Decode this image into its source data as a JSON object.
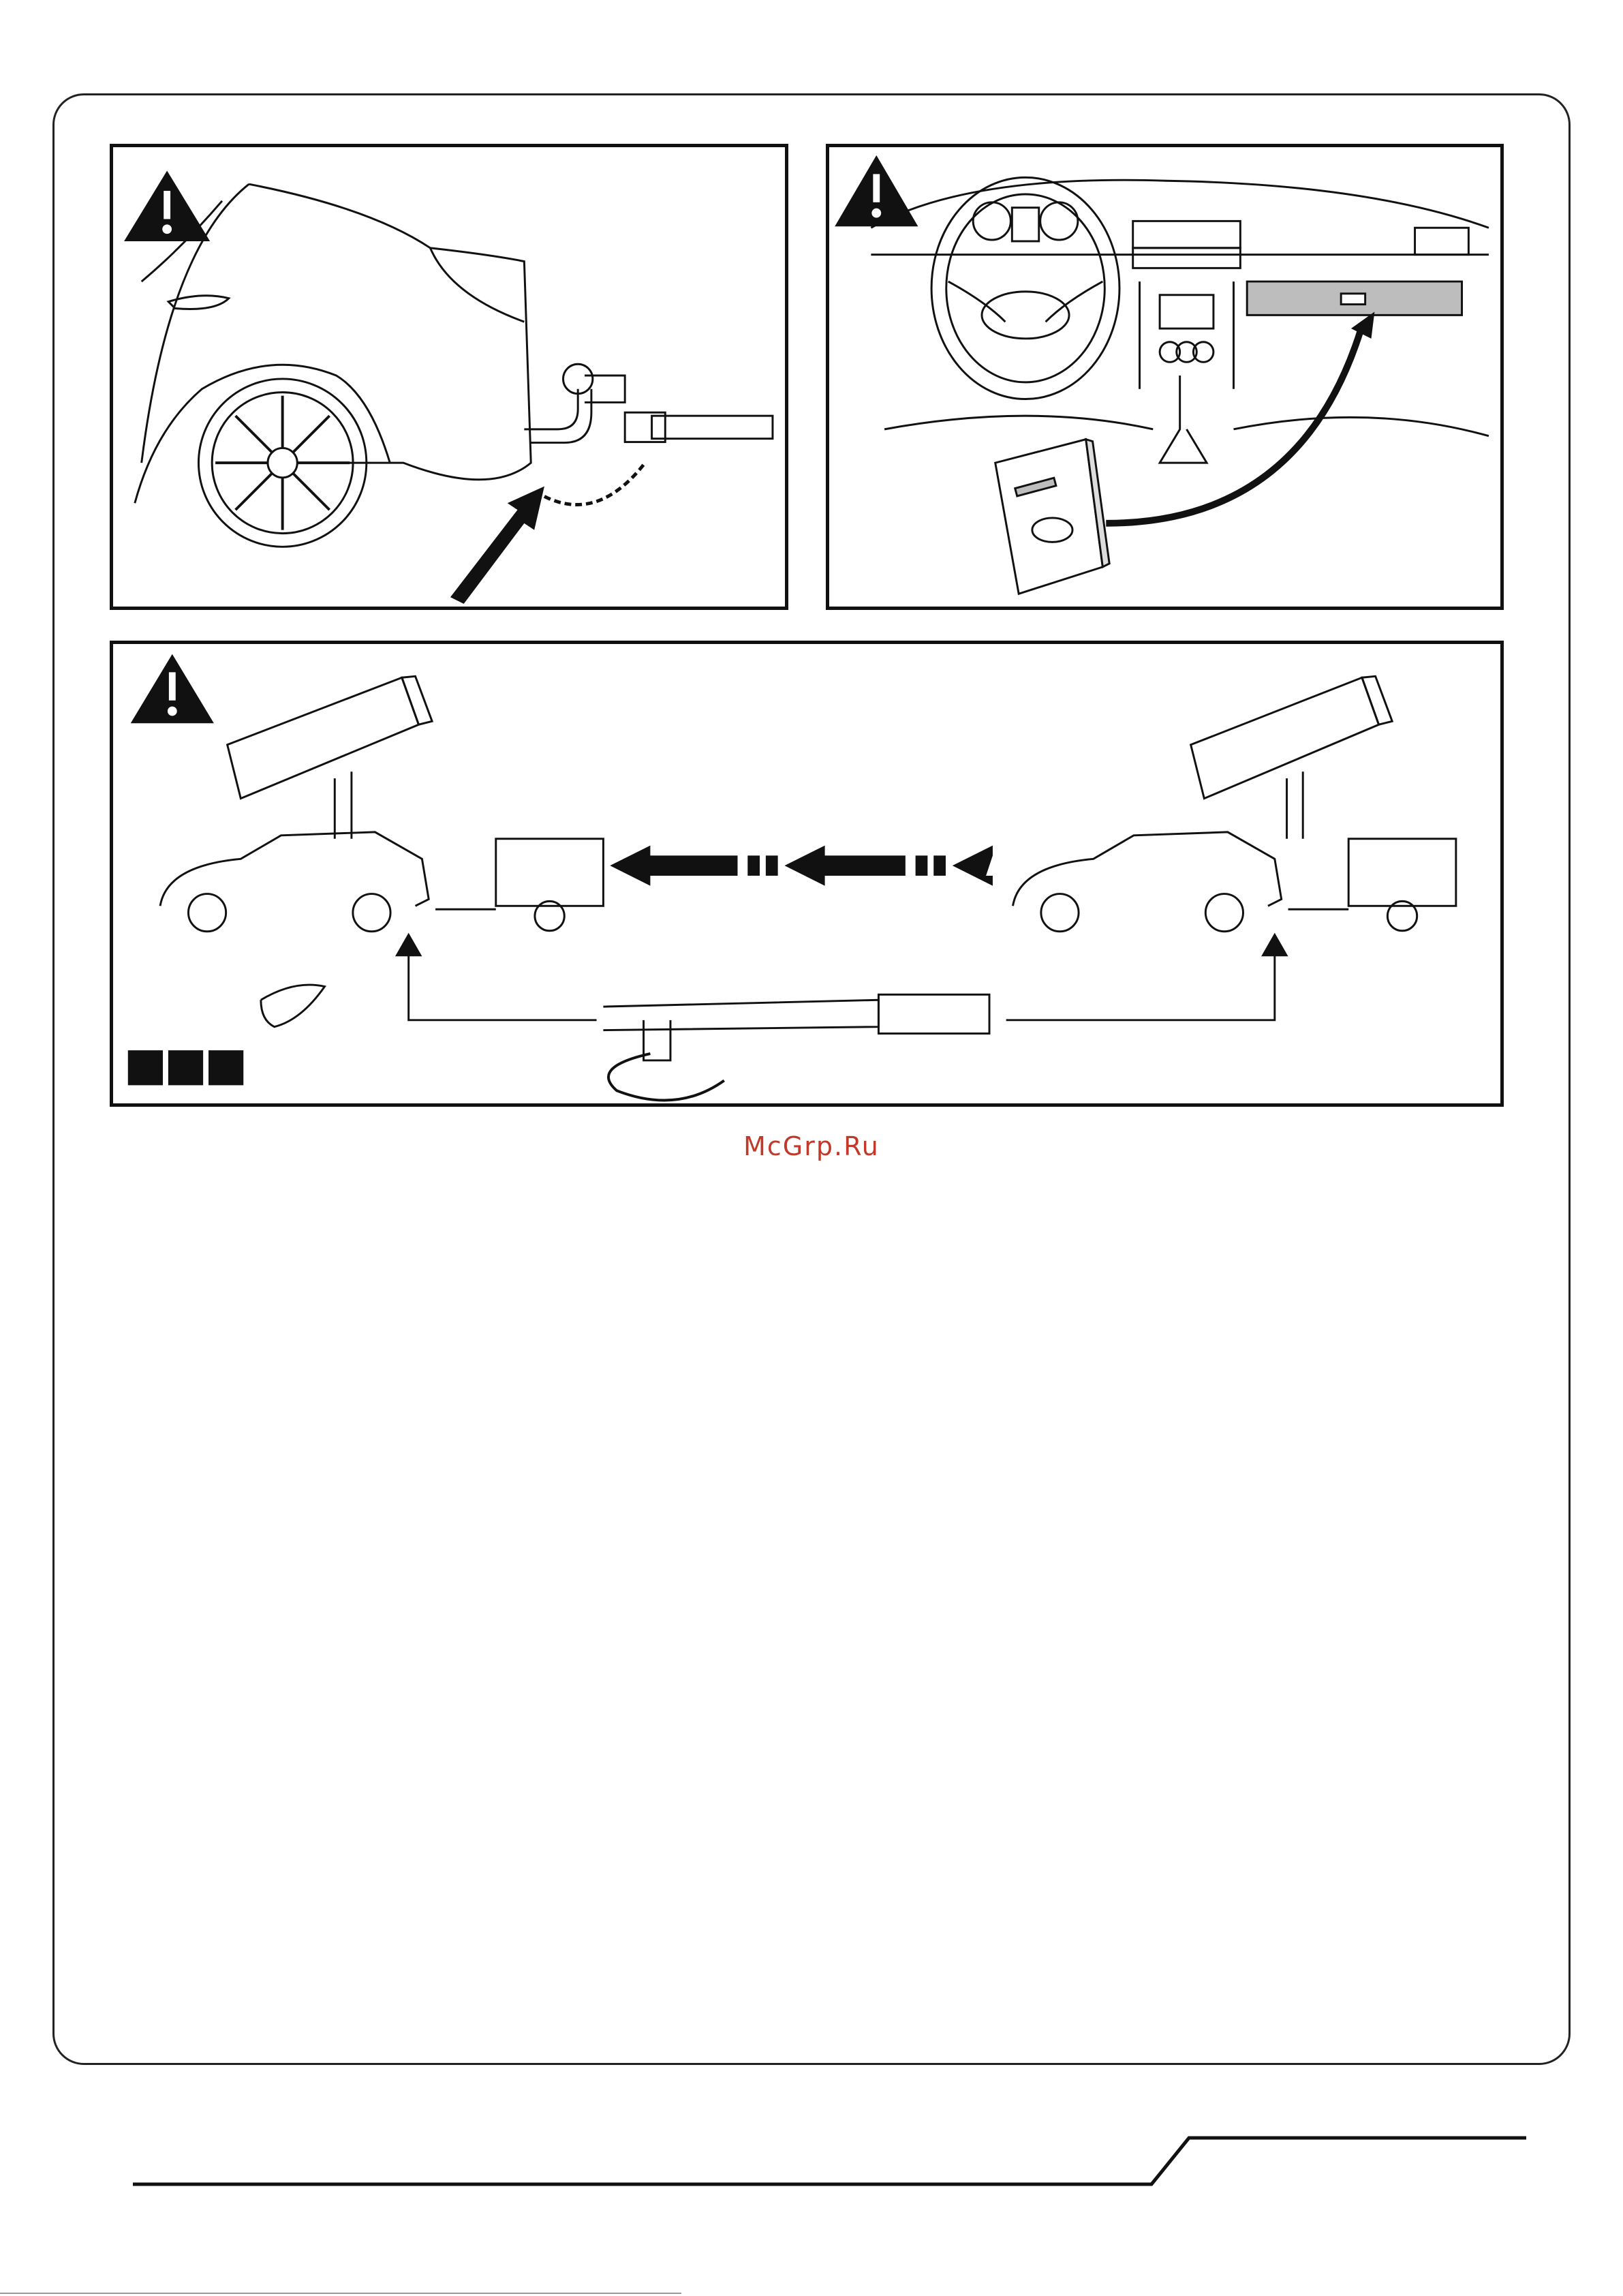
{
  "watermark": {
    "text": "McGrp.Ru",
    "color": "#c0392b"
  },
  "colors": {
    "line": "#111111",
    "shade": "#bdbdbd",
    "panel_bg": "#ffffff"
  },
  "panels": [
    {
      "name": "towbar-rear-panel",
      "icon": "warning-triangle-icon"
    },
    {
      "name": "dashboard-manual-panel",
      "icon": "warning-triangle-icon"
    },
    {
      "name": "towing-check-panel",
      "icon": "warning-triangle-icon"
    }
  ]
}
